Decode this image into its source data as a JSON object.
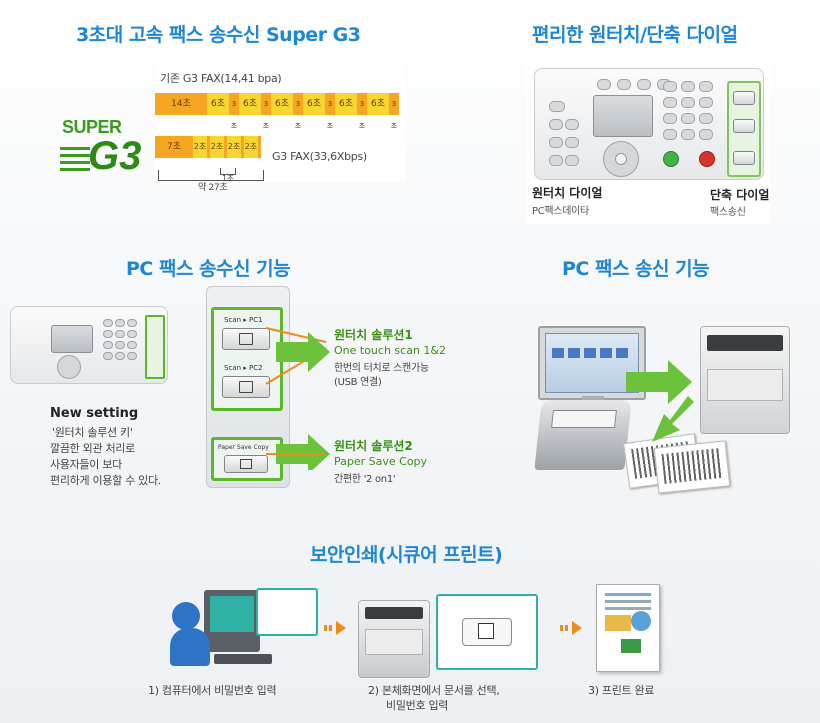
{
  "sections": {
    "fax_speed": {
      "title": "3초대 고속 팩스 송수신 Super G3",
      "legacy_label": "기존 G3 FAX(14,41 bpa)",
      "legacy_first": "14초",
      "legacy_page": "6초",
      "legacy_gap": "3초",
      "super_label": "G3 FAX(33,6Xbps)",
      "super_first": "7초",
      "super_page": "2초",
      "total_label": "약 27초",
      "unit_label": "1초",
      "logo_super": "SUPER",
      "logo_g3": "G3"
    },
    "dial": {
      "title": "편리한 원터치/단축 다이얼",
      "onetouch_label": "원터치 다이얼",
      "onetouch_sub": "PC팩스데이타",
      "speed_label": "단축 다이얼",
      "speed_sub": "팩스송신"
    },
    "pc_fax_txrx": {
      "title": "PC 팩스 송수신 기능",
      "new_setting_title": "New setting",
      "new_setting_lines": [
        "'원터치 솔루션 키'",
        "깔끔한 외관 처리로",
        "사용자들이 보다",
        "편리하게 이용할 수 있다."
      ],
      "btn_scan_pc1": "Scan ▸ PC1",
      "btn_scan_pc2": "Scan ▸ PC2",
      "btn_paper_save": "Paper Save Copy",
      "solution1_title": "원터치 솔루션1",
      "solution1_en": "One touch scan 1&2",
      "solution1_desc1": "한번의 터치로 스캔가능",
      "solution1_desc2": "(USB 연결)",
      "solution2_title": "원터치 솔루션2",
      "solution2_en": "Paper Save Copy",
      "solution2_desc": "간편한 '2 on1'"
    },
    "pc_fax_tx": {
      "title": "PC 팩스 송신 기능"
    },
    "secure_print": {
      "title": "보안인쇄(시큐어 프린트)",
      "step1": "1) 컴퓨터에서 비밀번호 입력",
      "step2_line1": "2) 본체화면에서 문서를 선택,",
      "step2_line2": "비밀번호 입력",
      "step3": "3) 프린트 완료"
    }
  },
  "colors": {
    "heading": "#1f86d6",
    "accent_green": "#5cb82a",
    "arrow_orange": "#ef8b1c",
    "fax_legacy": "#f5a623",
    "fax_super": "#f7d634"
  }
}
